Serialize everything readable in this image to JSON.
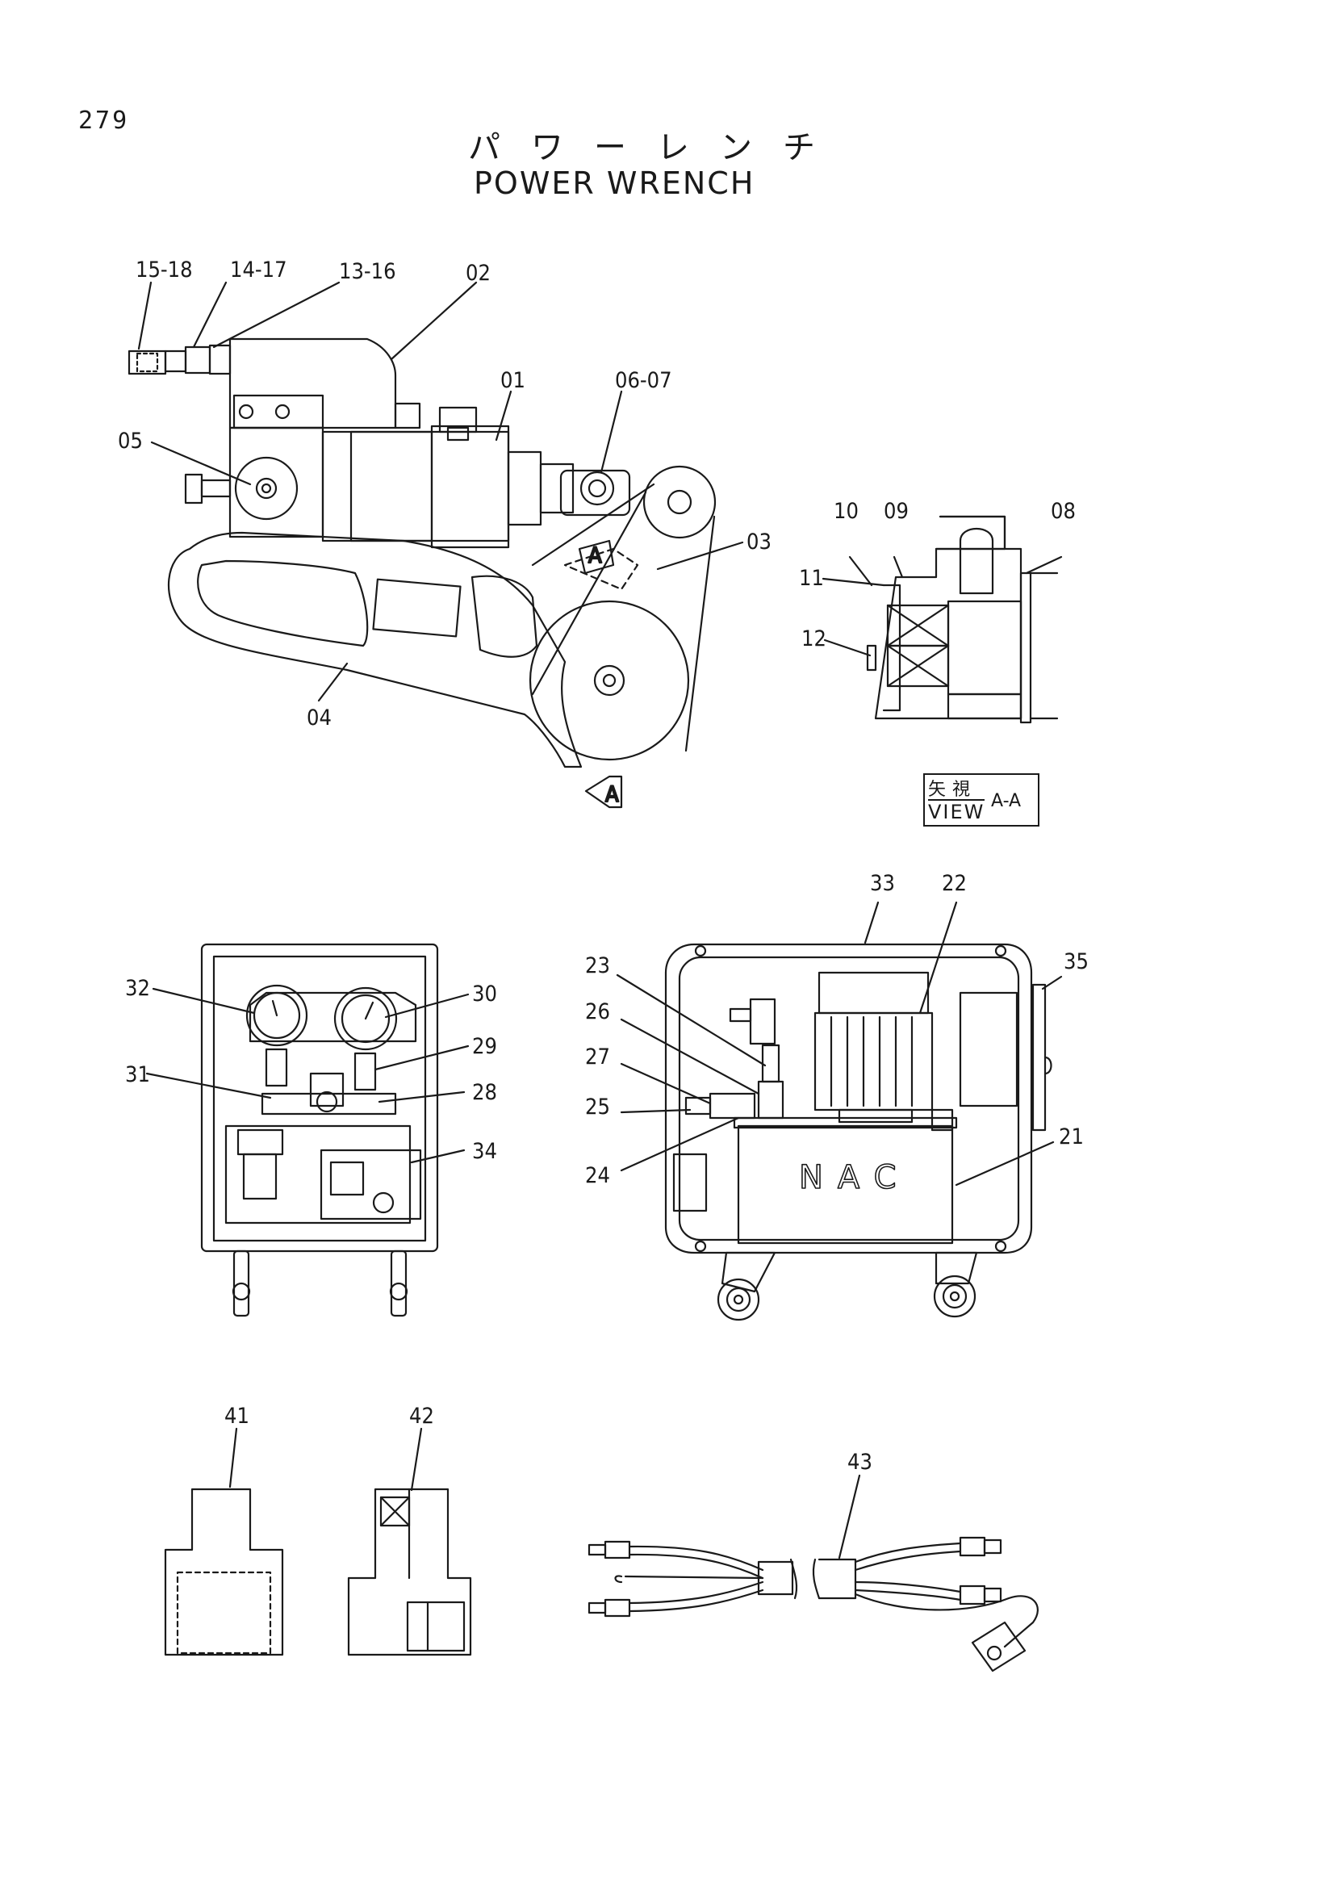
{
  "header": {
    "page_number": "279",
    "title_jp": "パワーレンチ",
    "title_en": "POWER WRENCH"
  },
  "view_marker": {
    "letter": "A",
    "view_jp": "矢視",
    "view_en": "VIEW",
    "view_suffix": "A-A"
  },
  "callouts": [
    "15-18",
    "14-17",
    "13-16",
    "02",
    "01",
    "06-07",
    "05",
    "03",
    "04",
    "10",
    "09",
    "08",
    "11",
    "12",
    "33",
    "22",
    "35",
    "23",
    "26",
    "27",
    "25",
    "24",
    "21",
    "32",
    "30",
    "29",
    "31",
    "28",
    "34",
    "41",
    "42",
    "43"
  ],
  "brand_plate": "NAC"
}
